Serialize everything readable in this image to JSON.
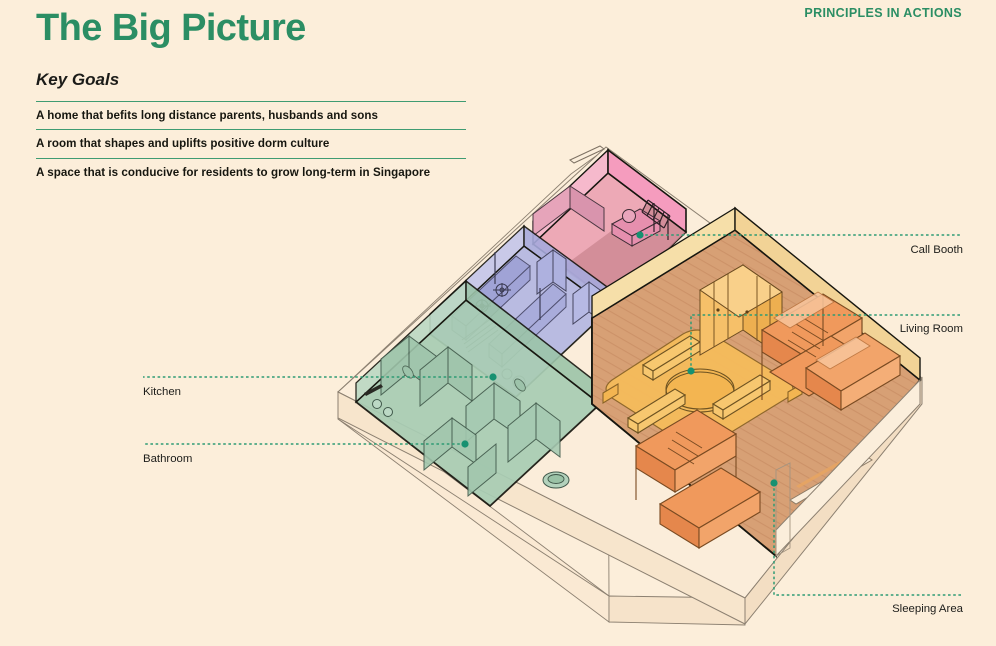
{
  "header": {
    "eyebrow": "PRINCIPLES IN ACTIONS",
    "title": "The Big Picture",
    "subtitle": "Key Goals"
  },
  "goals": [
    {
      "text": "A home that befits long distance parents, husbands and sons"
    },
    {
      "text": "A room that shapes and uplifts positive dorm culture"
    },
    {
      "text": "A space that is conducive for residents to grow long-term in Singapore"
    }
  ],
  "callouts": [
    {
      "id": "call-booth",
      "label": "Call Booth",
      "side": "right"
    },
    {
      "id": "living-room",
      "label": "Living Room",
      "side": "right"
    },
    {
      "id": "sleeping-area",
      "label": "Sleeping Area",
      "side": "right"
    },
    {
      "id": "kitchen",
      "label": "Kitchen",
      "side": "left"
    },
    {
      "id": "bathroom",
      "label": "Bathroom",
      "side": "left"
    }
  ],
  "colors": {
    "background": "#FCEEDA",
    "brand_green": "#2B8E64",
    "divider_green": "#3F9C72",
    "leader_green": "#2E9B74",
    "marker_dot": "#179171",
    "text_dark": "#16160F",
    "room_call_booth": "#F2A0BC",
    "room_kitchen": "#AFB2E0",
    "room_bathroom": "#A9CDB4",
    "room_living": "#F5BC5E",
    "room_sleeping": "#F0945C",
    "floor_wood": "#D9A174",
    "slab": "#FAEBD7",
    "outline": "#1A1A16"
  },
  "plan": {
    "name": "isometric-dormitory-floor-plan",
    "rooms": [
      {
        "id": "call-booth",
        "name": "Call Booth"
      },
      {
        "id": "kitchen",
        "name": "Kitchen"
      },
      {
        "id": "bathroom",
        "name": "Bathroom"
      },
      {
        "id": "living-room",
        "name": "Living Room"
      },
      {
        "id": "sleeping-area",
        "name": "Sleeping Area"
      }
    ]
  }
}
